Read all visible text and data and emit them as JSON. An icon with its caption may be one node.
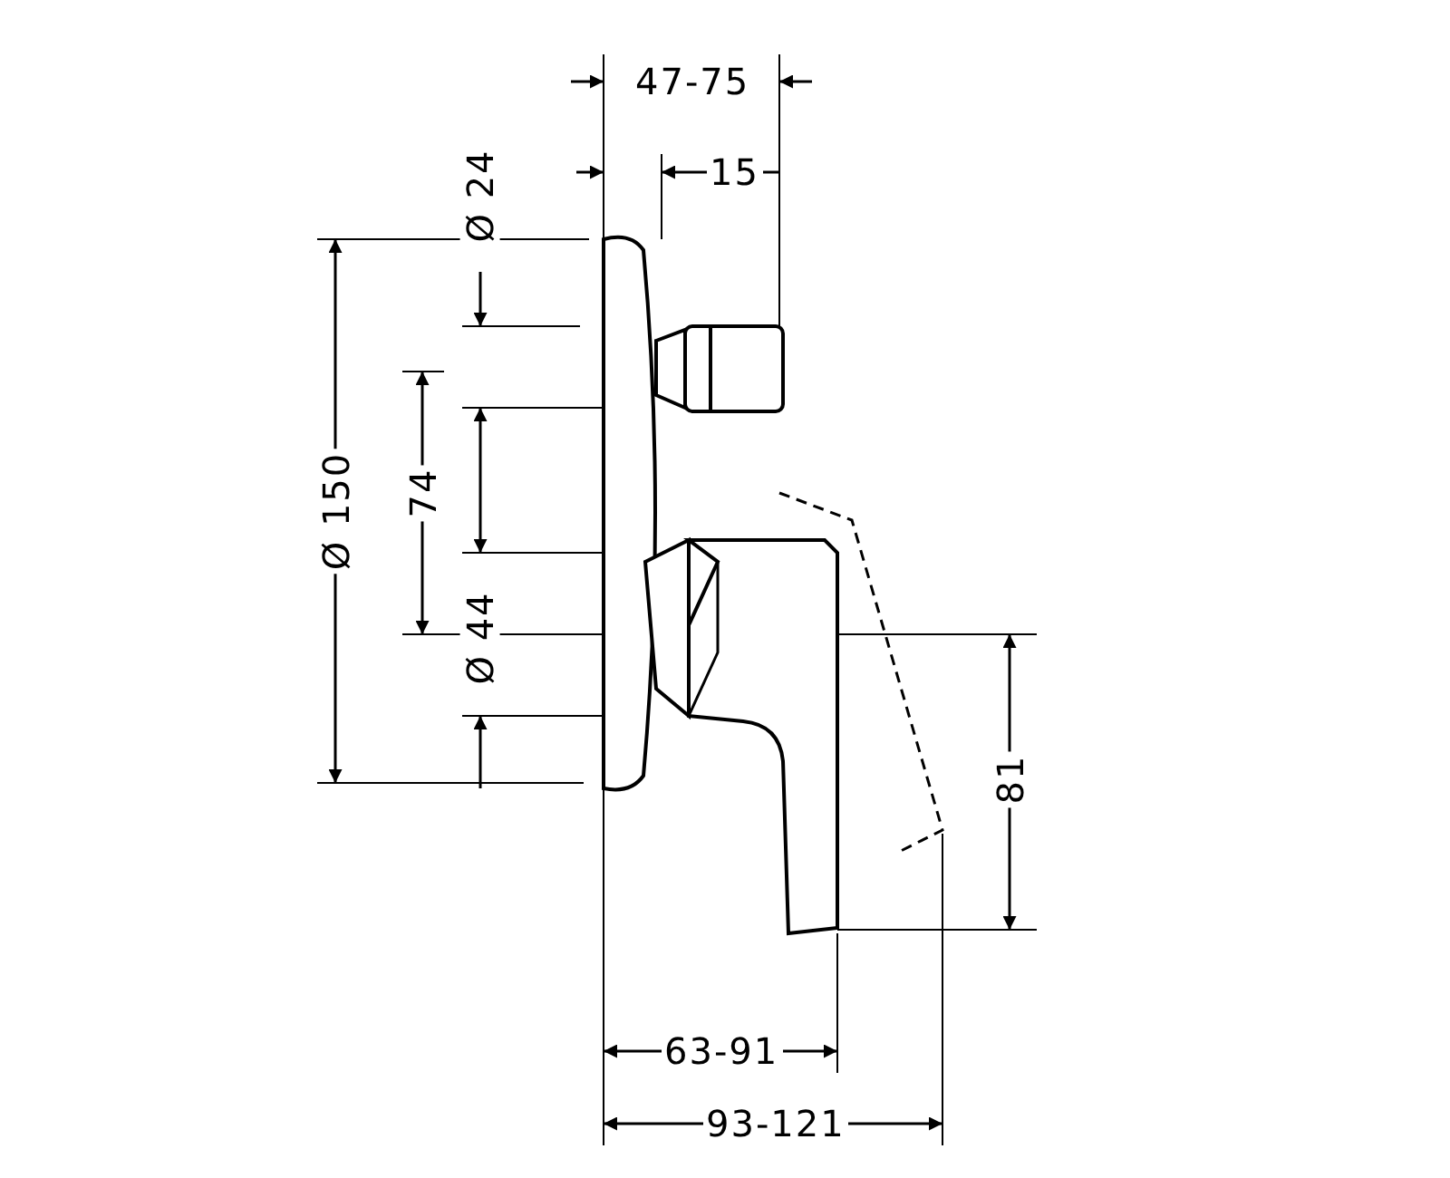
{
  "diagram": {
    "labels": [
      "47-75",
      "Ø 24",
      "15",
      "Ø 150",
      "74",
      "Ø 44",
      "81",
      "63-91",
      "93-121"
    ]
  }
}
